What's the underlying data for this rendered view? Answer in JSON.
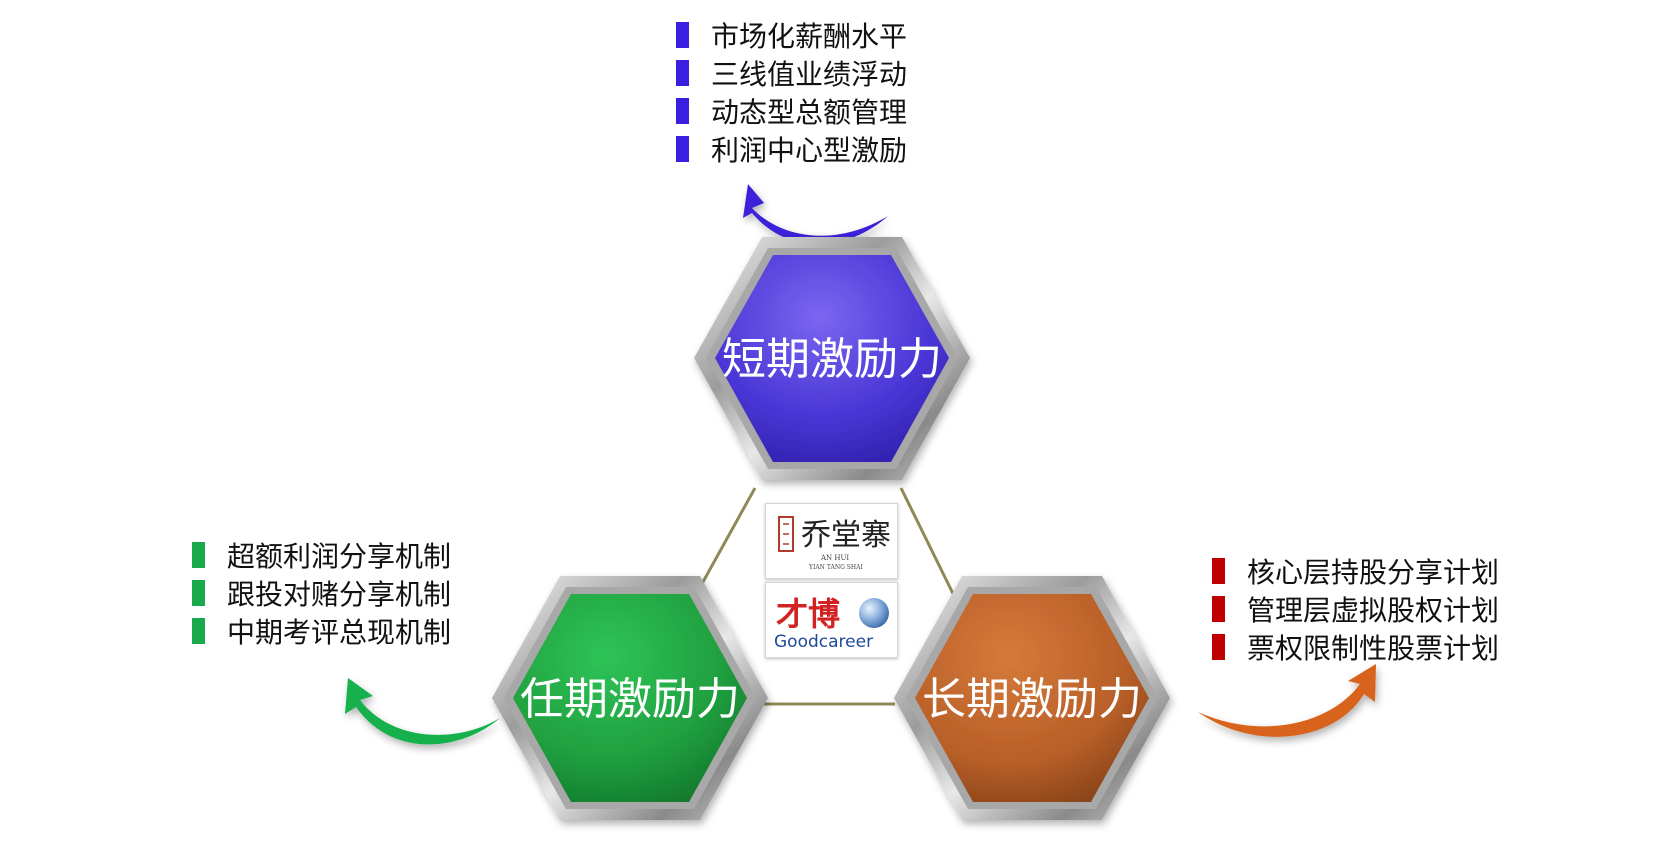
{
  "colors": {
    "short_term": "#4a36d6",
    "mid_term": "#1f9e3e",
    "long_term": "#b85f28",
    "bullet_short": "#3b1fe0",
    "bullet_mid": "#1aa84c",
    "bullet_long": "#c00000",
    "arrow_short": "#3a22d8",
    "arrow_mid": "#16b04e",
    "arrow_long": "#d8641c",
    "frame_gray": "#9a9a9a"
  },
  "nodes": {
    "short_term": {
      "label": "短期激励力"
    },
    "mid_term": {
      "label": "任期激励力"
    },
    "long_term": {
      "label": "长期激励力"
    }
  },
  "lists": {
    "short_term": [
      "市场化薪酬水平",
      "三线值业绩浮动",
      "动态型总额管理",
      "利润中心型激励"
    ],
    "mid_term": [
      "超额利润分享机制",
      "跟投对赌分享机制",
      "中期考评总现机制"
    ],
    "long_term": [
      "核心层持股分享计划",
      "管理层虚拟股权计划",
      "票权限制性股票计划"
    ]
  },
  "logos": {
    "logo_1": {
      "main": "乔堂寨",
      "sub_line1": "AN HUI",
      "sub_line2": "YIAN TANG SHAI"
    },
    "logo_2": {
      "main": "才博",
      "sub": "Goodcareer"
    }
  }
}
